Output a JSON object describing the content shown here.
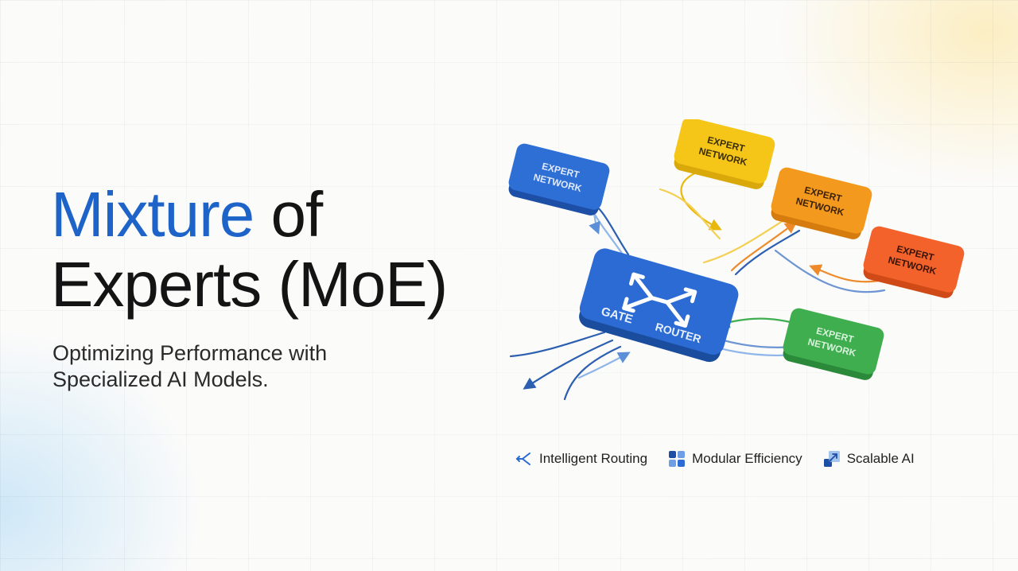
{
  "title": {
    "accent": "Mixture",
    "rest_line1": " of",
    "line2": "Experts (MoE)"
  },
  "subtitle": "Optimizing Performance with Specialized AI Models.",
  "diagram": {
    "gate_label": "GATE",
    "router_label": "ROUTER",
    "experts": [
      {
        "label_line1": "EXPERT",
        "label_line2": "NETWORK",
        "color": "#2e6fd6"
      },
      {
        "label_line1": "EXPERT",
        "label_line2": "NETWORK",
        "color": "#f5c518"
      },
      {
        "label_line1": "EXPERT",
        "label_line2": "NETWORK",
        "color": "#f39a1e"
      },
      {
        "label_line1": "EXPERT",
        "label_line2": "NETWORK",
        "color": "#f2622a"
      },
      {
        "label_line1": "EXPERT",
        "label_line2": "NETWORK",
        "color": "#3eae4e"
      }
    ]
  },
  "features": [
    {
      "label": "Intelligent Routing",
      "icon": "routing-icon"
    },
    {
      "label": "Modular Efficiency",
      "icon": "modules-icon"
    },
    {
      "label": "Scalable AI",
      "icon": "scale-icon"
    }
  ]
}
